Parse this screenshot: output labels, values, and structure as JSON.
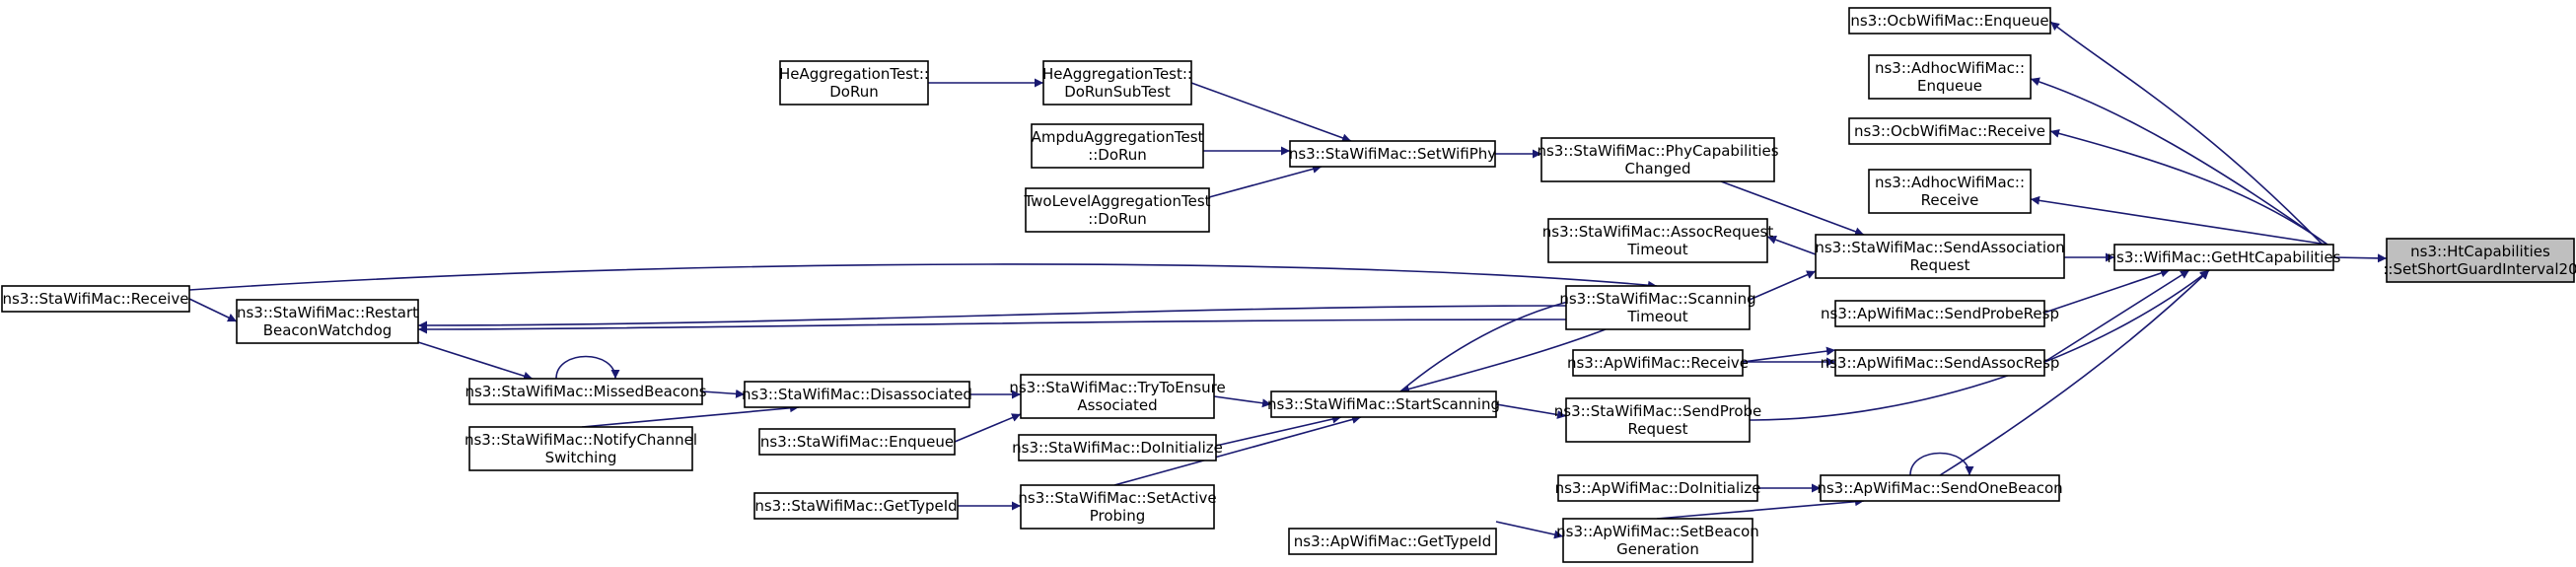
{
  "graph": {
    "edge_color": "#191970",
    "focus_color": "#bfbfbf",
    "nodes": [
      {
        "id": "htcap",
        "lines": [
          "ns3::HtCapabilities",
          "::SetShortGuardInterval20"
        ],
        "focus": true
      },
      {
        "id": "getht",
        "lines": [
          "ns3::WifiMac::GetHtCapabilities"
        ]
      },
      {
        "id": "ocbenq",
        "lines": [
          "ns3::OcbWifiMac::Enqueue"
        ]
      },
      {
        "id": "adhocenq",
        "lines": [
          "ns3::AdhocWifiMac::",
          "Enqueue"
        ]
      },
      {
        "id": "ocbrecv",
        "lines": [
          "ns3::OcbWifiMac::Receive"
        ]
      },
      {
        "id": "adhocrecv",
        "lines": [
          "ns3::AdhocWifiMac::",
          "Receive"
        ]
      },
      {
        "id": "sendassoc",
        "lines": [
          "ns3::StaWifiMac::SendAssociation",
          "Request"
        ]
      },
      {
        "id": "probersp",
        "lines": [
          "ns3::ApWifiMac::SendProbeResp"
        ]
      },
      {
        "id": "assocrsp",
        "lines": [
          "ns3::ApWifiMac::SendAssocResp"
        ]
      },
      {
        "id": "onebeacon",
        "lines": [
          "ns3::ApWifiMac::SendOneBeacon"
        ]
      },
      {
        "id": "phycap",
        "lines": [
          "ns3::StaWifiMac::PhyCapabilities",
          "Changed"
        ]
      },
      {
        "id": "assoctimeout",
        "lines": [
          "ns3::StaWifiMac::AssocRequest",
          "Timeout"
        ]
      },
      {
        "id": "scantimeout",
        "lines": [
          "ns3::StaWifiMac::Scanning",
          "Timeout"
        ]
      },
      {
        "id": "aprecv",
        "lines": [
          "ns3::ApWifiMac::Receive"
        ]
      },
      {
        "id": "sendprobereq",
        "lines": [
          "ns3::StaWifiMac::SendProbe",
          "Request"
        ]
      },
      {
        "id": "apdoinit",
        "lines": [
          "ns3::ApWifiMac::DoInitialize"
        ]
      },
      {
        "id": "setbeacongen",
        "lines": [
          "ns3::ApWifiMac::SetBeacon",
          "Generation"
        ]
      },
      {
        "id": "setphy",
        "lines": [
          "ns3::StaWifiMac::SetWifiPhy"
        ]
      },
      {
        "id": "startscan",
        "lines": [
          "ns3::StaWifiMac::StartScanning"
        ]
      },
      {
        "id": "apgettypeid",
        "lines": [
          "ns3::ApWifiMac::GetTypeId"
        ]
      },
      {
        "id": "hedosub",
        "lines": [
          "HeAggregationTest::",
          "DoRunSubTest"
        ]
      },
      {
        "id": "ampdu",
        "lines": [
          "AmpduAggregationTest",
          "::DoRun"
        ]
      },
      {
        "id": "twolevel",
        "lines": [
          "TwoLevelAggregationTest",
          "::DoRun"
        ]
      },
      {
        "id": "tryensure",
        "lines": [
          "ns3::StaWifiMac::TryToEnsure",
          "Associated"
        ]
      },
      {
        "id": "stadoinit",
        "lines": [
          "ns3::StaWifiMac::DoInitialize"
        ]
      },
      {
        "id": "setactive",
        "lines": [
          "ns3::StaWifiMac::SetActive",
          "Probing"
        ]
      },
      {
        "id": "hedorun",
        "lines": [
          "HeAggregationTest::",
          "DoRun"
        ]
      },
      {
        "id": "disassoc",
        "lines": [
          "ns3::StaWifiMac::Disassociated"
        ]
      },
      {
        "id": "staenq",
        "lines": [
          "ns3::StaWifiMac::Enqueue"
        ]
      },
      {
        "id": "stagettypeid",
        "lines": [
          "ns3::StaWifiMac::GetTypeId"
        ]
      },
      {
        "id": "missed",
        "lines": [
          "ns3::StaWifiMac::MissedBeacons"
        ]
      },
      {
        "id": "notifych",
        "lines": [
          "ns3::StaWifiMac::NotifyChannel",
          "Switching"
        ]
      },
      {
        "id": "restartbw",
        "lines": [
          "ns3::StaWifiMac::Restart",
          "BeaconWatchdog"
        ]
      },
      {
        "id": "starecv",
        "lines": [
          "ns3::StaWifiMac::Receive"
        ]
      }
    ]
  }
}
